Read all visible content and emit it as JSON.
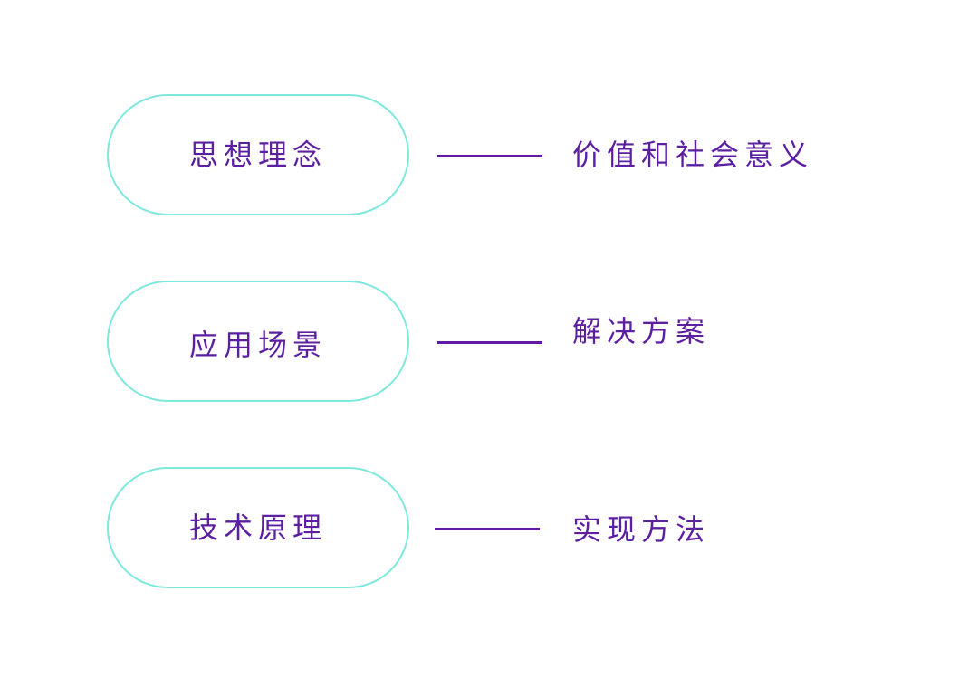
{
  "colors": {
    "pill_border": "#7ee8dc",
    "text": "#5b1fa0",
    "connector": "#5f1aa8",
    "background": "#ffffff"
  },
  "rows": [
    {
      "concept": "思想理念",
      "result": "价值和社会意义"
    },
    {
      "concept": "应用场景",
      "result": "解决方案"
    },
    {
      "concept": "技术原理",
      "result": "实现方法"
    }
  ]
}
